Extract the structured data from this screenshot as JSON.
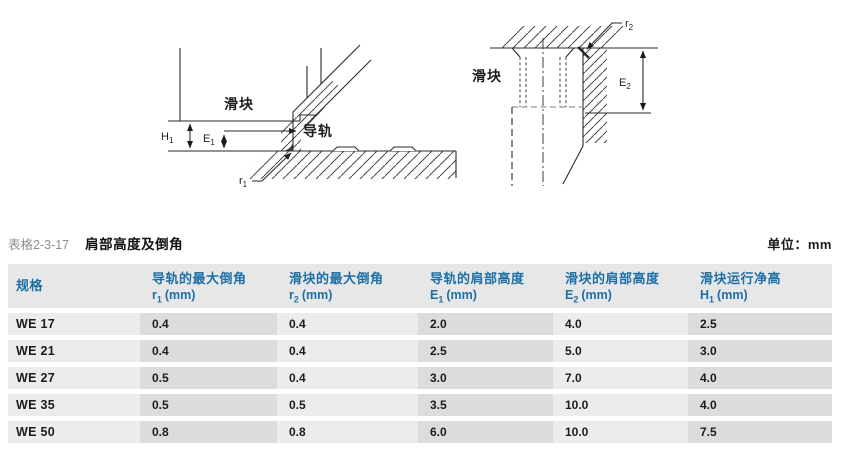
{
  "figures": {
    "left": {
      "slider_label": "滑块",
      "rail_label": "导轨",
      "h1": {
        "sym": "H",
        "sub": "1"
      },
      "e1": {
        "sym": "E",
        "sub": "1"
      },
      "r1": {
        "sym": "r",
        "sub": "1"
      }
    },
    "right": {
      "slider_label": "滑块",
      "e2": {
        "sym": "E",
        "sub": "2"
      },
      "r2": {
        "sym": "r",
        "sub": "2"
      }
    }
  },
  "table": {
    "tag": "表格2-3-17",
    "title": "肩部高度及倒角",
    "unit_note": "单位：mm",
    "columns": [
      {
        "label": "规格"
      },
      {
        "zh": "导轨的最大倒角",
        "sym": "r",
        "sub": "1",
        "unit": "(mm)"
      },
      {
        "zh": "滑块的最大倒角",
        "sym": "r",
        "sub": "2",
        "unit": "(mm)"
      },
      {
        "zh": "导轨的肩部高度",
        "sym": "E",
        "sub": "1",
        "unit": "(mm)"
      },
      {
        "zh": "滑块的肩部高度",
        "sym": "E",
        "sub": "2",
        "unit": "(mm)"
      },
      {
        "zh": "滑块运行净高",
        "sym": "H",
        "sub": "1",
        "unit": "(mm)"
      }
    ],
    "rows": [
      {
        "spec": "WE 17",
        "values": [
          "0.4",
          "0.4",
          "2.0",
          "4.0",
          "2.5"
        ]
      },
      {
        "spec": "WE 21",
        "values": [
          "0.4",
          "0.4",
          "2.5",
          "5.0",
          "3.0"
        ]
      },
      {
        "spec": "WE 27",
        "values": [
          "0.5",
          "0.4",
          "3.0",
          "7.0",
          "4.0"
        ]
      },
      {
        "spec": "WE 35",
        "values": [
          "0.5",
          "0.5",
          "3.5",
          "10.0",
          "4.0"
        ]
      },
      {
        "spec": "WE 50",
        "values": [
          "0.8",
          "0.8",
          "6.0",
          "10.0",
          "7.5"
        ]
      }
    ]
  },
  "colors": {
    "accent_blue": "#1e6fa6",
    "header_bg": "#e7e7e7",
    "row_light": "#ececec",
    "row_dark": "#dcdcdc",
    "line": "#2a2a2a"
  }
}
